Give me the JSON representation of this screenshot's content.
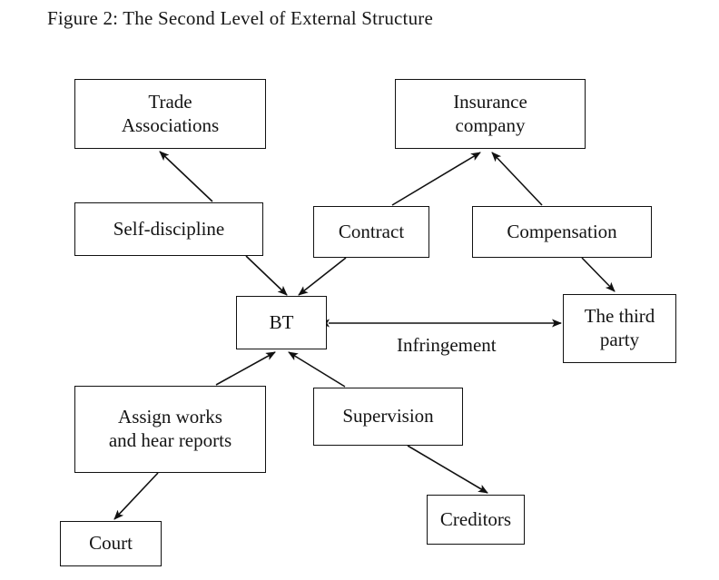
{
  "figure": {
    "title": "Figure 2: The Second Level of External Structure",
    "background_color": "#ffffff",
    "line_color": "#111111",
    "text_color": "#141414"
  },
  "nodes": {
    "trade_associations": {
      "label": "Trade\nAssociations",
      "line1": "Trade",
      "line2": "Associations"
    },
    "insurance_company": {
      "label": "Insurance\ncompany",
      "line1": "Insurance",
      "line2": "company"
    },
    "self_discipline": {
      "label": "Self-discipline"
    },
    "contract": {
      "label": "Contract"
    },
    "compensation": {
      "label": "Compensation"
    },
    "bt": {
      "label": "BT"
    },
    "third_party": {
      "label": "The third\nparty",
      "line1": "The third",
      "line2": "party"
    },
    "assign_works": {
      "label": "Assign works\nand hear reports",
      "line1": "Assign works",
      "line2": "and hear reports"
    },
    "supervision": {
      "label": "Supervision"
    },
    "court": {
      "label": "Court"
    },
    "creditors": {
      "label": "Creditors"
    }
  },
  "edges": [
    {
      "id": "self-discipline-to-trade-associations",
      "from": "self_discipline",
      "to": "trade_associations",
      "label": "",
      "arrows": "end"
    },
    {
      "id": "contract-to-insurance-company",
      "from": "contract",
      "to": "insurance_company",
      "label": "",
      "arrows": "end"
    },
    {
      "id": "compensation-to-insurance-company",
      "from": "compensation",
      "to": "insurance_company",
      "label": "",
      "arrows": "end"
    },
    {
      "id": "self-discipline-to-bt",
      "from": "self_discipline",
      "to": "bt",
      "label": "",
      "arrows": "end"
    },
    {
      "id": "contract-to-bt",
      "from": "contract",
      "to": "bt",
      "label": "",
      "arrows": "end"
    },
    {
      "id": "compensation-to-third-party",
      "from": "compensation",
      "to": "third_party",
      "label": "",
      "arrows": "end"
    },
    {
      "id": "bt-to-third-party",
      "from": "bt",
      "to": "third_party",
      "label": "Infringement",
      "arrows": "both"
    },
    {
      "id": "assign-works-to-bt",
      "from": "assign_works",
      "to": "bt",
      "label": "",
      "arrows": "end"
    },
    {
      "id": "supervision-to-bt",
      "from": "supervision",
      "to": "bt",
      "label": "",
      "arrows": "end"
    },
    {
      "id": "assign-works-to-court",
      "from": "assign_works",
      "to": "court",
      "label": "",
      "arrows": "end"
    },
    {
      "id": "supervision-to-creditors",
      "from": "supervision",
      "to": "creditors",
      "label": "",
      "arrows": "end"
    }
  ],
  "labels": {
    "infringement": "Infringement"
  }
}
